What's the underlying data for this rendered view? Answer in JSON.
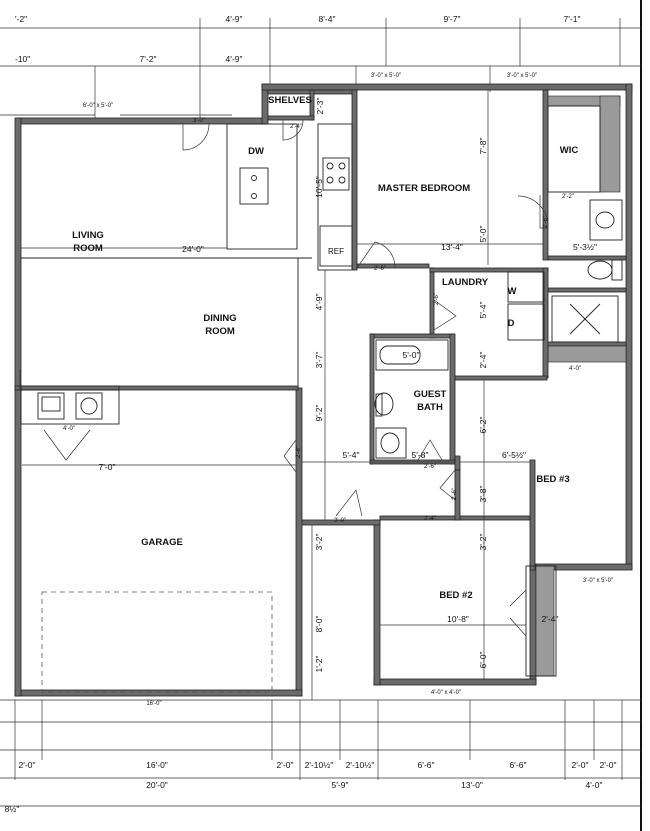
{
  "rooms": {
    "living": [
      "LIVING",
      "ROOM"
    ],
    "dining": [
      "DINING",
      "ROOM"
    ],
    "master": "MASTER BEDROOM",
    "wic": "WIC",
    "laundry": "LAUNDRY",
    "wd_w": "W",
    "wd_d": "D",
    "guest_bath": [
      "GUEST",
      "BATH"
    ],
    "bed3": "BED #3",
    "bed2": "BED #2",
    "garage": "GARAGE",
    "shelves": "SHELVES",
    "dw": "DW",
    "ref": "REF"
  },
  "top_dims_row1": [
    "'-2\"",
    "4'-9\"",
    "8'-4\"",
    "9'-7\"",
    "7'-1\""
  ],
  "top_dims_row2": [
    "-10\"",
    "7'-2\"",
    "4'-9\""
  ],
  "bottom_dims_row1": [
    "2'-0\"",
    "16'-0\"",
    "2'-0\"",
    "2'-10½\"",
    "2'-10½\"",
    "6'-6\"",
    "6'-6\"",
    "2'-0\"",
    "2'-0\""
  ],
  "bottom_dims_row2": [
    "20'-0\"",
    "5'-9\"",
    "13'-0\"",
    "4'-0\""
  ],
  "bottom_left_dim": "8½\"",
  "interior_dims": {
    "living_width": "24'-0\"",
    "closet_2_4": "2'-4\"",
    "shelves_2_3": "2'-3\"",
    "kitchen_10_5": "10'-5\"",
    "master_7_8": "7'-8\"",
    "master_13_4": "13'-4\"",
    "master_5_0": "5'-0\"",
    "wic_2_2": "2'-2\"",
    "wic_2_6": "2'-6\"",
    "bath_5_3": "5'-3½\"",
    "laundry_5_4": "5'-4\"",
    "laundry_2_4": "2'-4\"",
    "hall_4_9": "4'-9\"",
    "hall_3_7": "3'-7\"",
    "hall_9_2": "9'-2\"",
    "bath_5_0": "5'-0\"",
    "hall_5_4": "5'-4\"",
    "hall_5_8": "5'-8\"",
    "hall_6_2": "6'-2\"",
    "bed3_6_5": "6'-5½\"",
    "hall_3_8": "3'-8\"",
    "hall_3_2a": "3'-2\"",
    "hall_3_2b": "3'-2\"",
    "bed2_10_8": "10'-8\"",
    "bed2_2_4": "2'-4\"",
    "bed2_6_0": "6'-0\"",
    "hall_8_0": "8'-0\"",
    "hall_1_2": "1'-2\"",
    "garage_7_0": "7'-0\"",
    "garage_4_0": "4'-0\"",
    "door_3_0a": "3'-0\"",
    "door_3_0b": "3'-0\"",
    "door_2_6a": "2'-6\"",
    "door_2_6b": "2'-6\"",
    "door_2_6c": "2'-6\"",
    "door_2_4": "2'-4\"",
    "door_2_8": "2'-8\"",
    "door_2_6d": "2'-6\"",
    "door_2_4b": "2'-4\"",
    "door_2_4c": "2'-4\"",
    "closet_4_0": "4'-0\"",
    "garage_16_0": "16'-0\""
  },
  "window_labels": {
    "living": "6'-0\" x 5'-0\"",
    "master_a": "3'-0\" x 5'-0\"",
    "master_b": "3'-0\" x 5'-0\"",
    "bed2_side": "3'-0\" x 5'-0\"",
    "bed2_bottom": "4'-0\" x 4'-0\""
  },
  "colors": {
    "wall": "#6b6b6b",
    "line": "#222222",
    "background": "#ffffff"
  }
}
